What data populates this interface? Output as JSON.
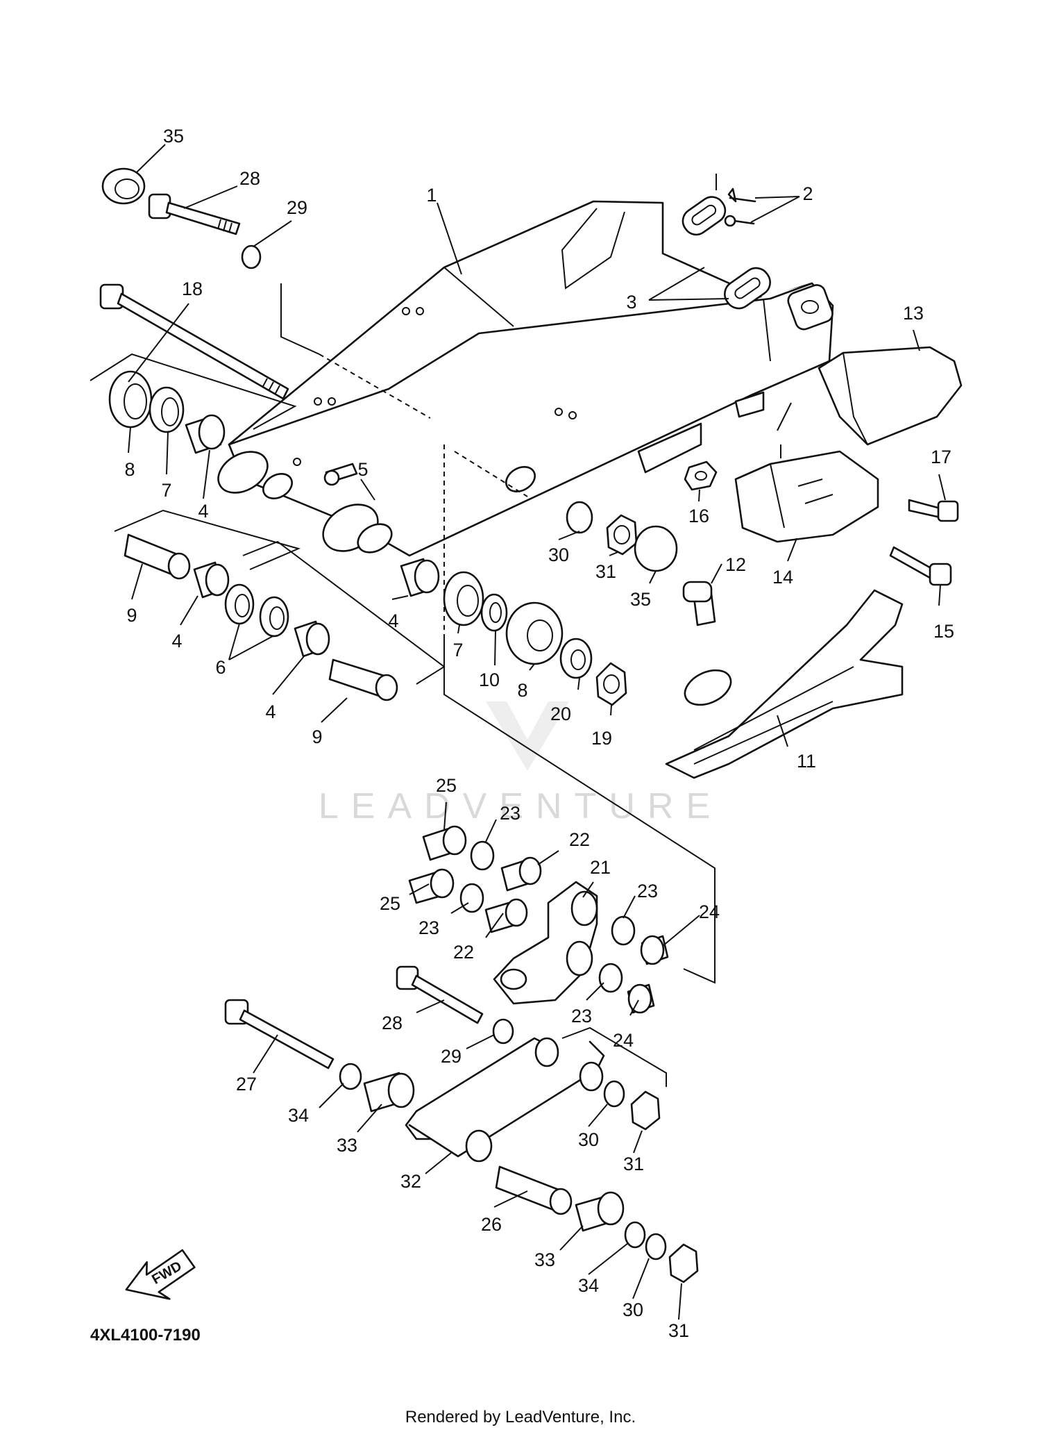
{
  "diagram": {
    "part_code": "4XL4100-7190",
    "footer": "Rendered by LeadVenture, Inc.",
    "watermark": "LEADVENTURE",
    "fwd_label": "FWD"
  },
  "callouts": [
    "35",
    "28",
    "29",
    "1",
    "2",
    "3",
    "13",
    "18",
    "17",
    "8",
    "7",
    "4",
    "5",
    "16",
    "14",
    "15",
    "30",
    "31",
    "35",
    "12",
    "9",
    "4",
    "6",
    "4",
    "9",
    "4",
    "7",
    "10",
    "8",
    "20",
    "19",
    "11",
    "25",
    "23",
    "22",
    "21",
    "25",
    "23",
    "22",
    "23",
    "24",
    "23",
    "24",
    "28",
    "29",
    "27",
    "34",
    "33",
    "30",
    "31",
    "32",
    "26",
    "33",
    "34",
    "30",
    "31"
  ]
}
